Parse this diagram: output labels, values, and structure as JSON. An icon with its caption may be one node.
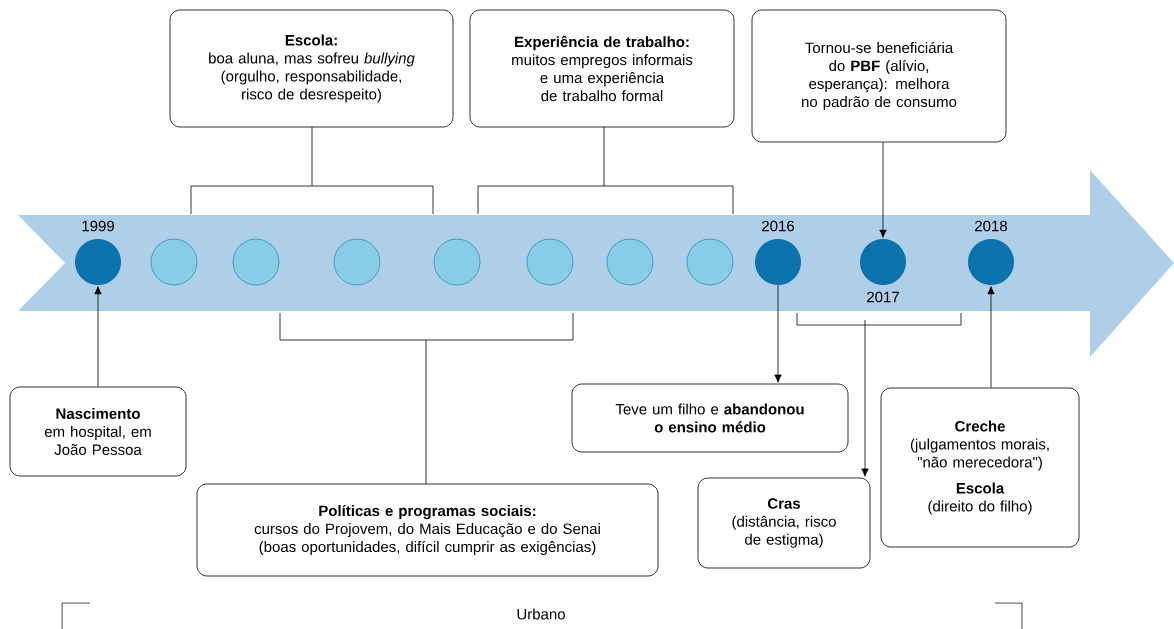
{
  "diagram": {
    "nodes": [
      {
        "text": [
          "Escola:",
          "boa aluna, mas sofreu *bullying* (orgulho, responsabilidade, risco de desrespeito)"
        ]
      },
      {
        "text": [
          "Experiência de trabalho:",
          "muitos empregos informais e uma experiência de trabalho formal"
        ]
      },
      {
        "text": [
          "Tornou-se beneficiária do **PBF** (alívio, esperança): melhora no padrão de consumo"
        ]
      },
      {
        "text": [],
        "shape": "circle",
        "beside": [
          "1999"
        ]
      },
      {
        "text": [],
        "shape": "circle"
      },
      {
        "text": [],
        "shape": "circle"
      },
      {
        "text": [],
        "shape": "circle"
      },
      {
        "text": [],
        "shape": "circle"
      },
      {
        "text": [],
        "shape": "circle"
      },
      {
        "text": [],
        "shape": "circle"
      },
      {
        "text": [],
        "shape": "circle"
      },
      {
        "text": [],
        "shape": "circle",
        "beside": [
          "2016"
        ]
      },
      {
        "text": [],
        "shape": "circle",
        "beside": [
          "2017"
        ]
      },
      {
        "text": [],
        "shape": "circle",
        "beside": [
          "2018"
        ]
      },
      {
        "text": [
          "Nascimento",
          "em hospital, em João Pessoa"
        ]
      },
      {
        "text": [
          "Políticas e programas sociais:",
          "cursos do Projovem, do Mais Educação e do Senai (boas oportunidades, difícil cumprir as exigências)"
        ]
      },
      {
        "text": [
          "Teve um filho e **abandonou o ensino médio**"
        ]
      },
      {
        "text": [
          "Cras",
          "(distância, risco de estigma)"
        ]
      },
      {
        "text": [
          "Creche",
          "(julgamentos morais, \"não merecedora\")",
          "Escola",
          "(direito do filho)"
        ]
      }
    ],
    "edges": [
      {
        "from": 14,
        "to": 3,
        "arrow": "to"
      },
      {
        "from": 2,
        "to": 12,
        "arrow": "to"
      },
      {
        "from": 11,
        "to": 16,
        "arrow": "to"
      },
      {
        "from": null,
        "to": 17,
        "arrow": "to"
      },
      {
        "from": 18,
        "to": 13,
        "arrow": "to"
      }
    ],
    "labels": [
      "Urbano"
    ]
  }
}
